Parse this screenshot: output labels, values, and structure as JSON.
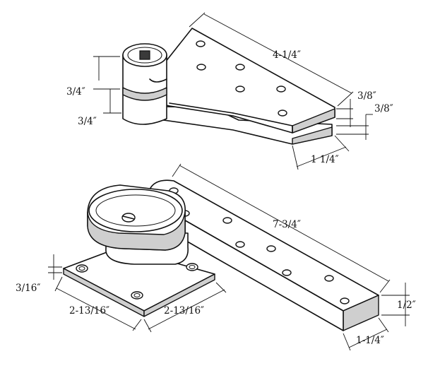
{
  "labels": {
    "top_length": "4-1/4″",
    "top_upper_height": "3/4″",
    "top_lower_height": "3/4″",
    "top_plate_thickness_a": "3/8″",
    "top_plate_thickness_b": "3/8″",
    "top_width": "1 1/4″",
    "bottom_length": "7-3/4″",
    "bottom_base_thickness": "3/16″",
    "bottom_base_width_left": "2-13/16″",
    "bottom_base_width_right": "2-13/16″",
    "bottom_arm_thickness": "1/2″",
    "bottom_arm_width": "1-1/4″"
  },
  "caption": ""
}
